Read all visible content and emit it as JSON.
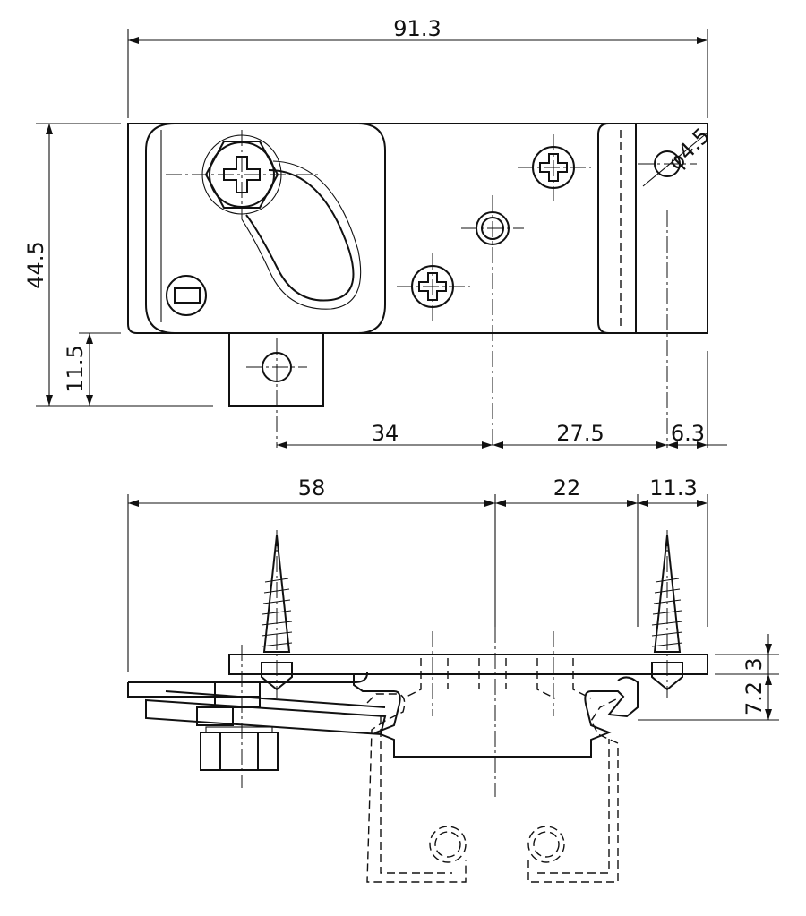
{
  "dimensions": {
    "overall_width": "91.3",
    "overall_height": "44.5",
    "tab_height": "11.5",
    "hole_diameter": "φ4.5",
    "dist_34": "34",
    "dist_27_5": "27.5",
    "dist_6_3": "6.3",
    "dist_58": "58",
    "dist_22": "22",
    "dist_11_3": "11.3",
    "plate_thickness": "3",
    "rail_height": "7.2"
  }
}
